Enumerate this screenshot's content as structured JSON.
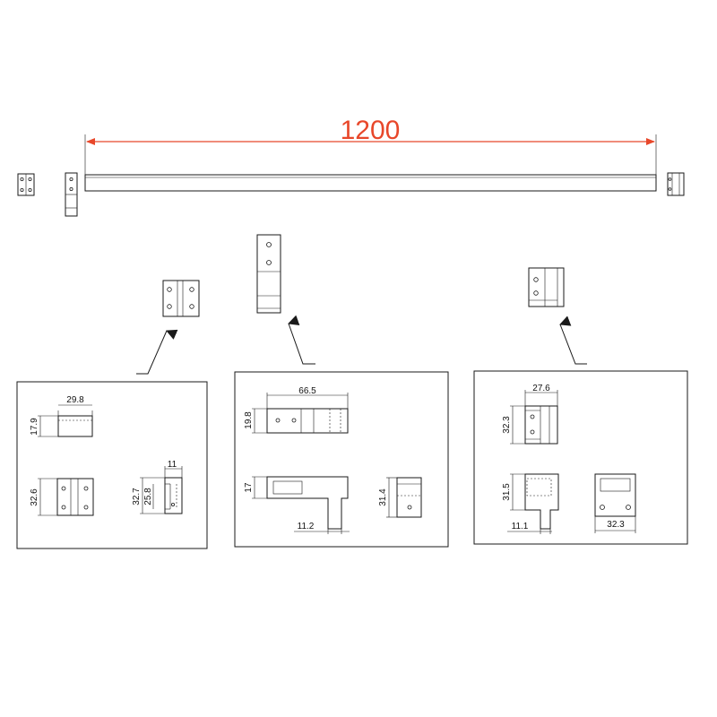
{
  "colors": {
    "accent_dimension": "#e8472a",
    "line": "#1a1a1a"
  },
  "overall_length": "1200",
  "panels": {
    "left": {
      "width_top": "29.8",
      "height_top": "17.9",
      "height_front": "32.6",
      "side_width": "11",
      "side_height_outer": "32.7",
      "side_height_inner": "25.8"
    },
    "middle": {
      "length_top": "66.5",
      "height_top": "19.8",
      "height_front": "17",
      "tab_width": "11.2",
      "side_height": "31.4"
    },
    "right": {
      "width_top": "27.6",
      "height_top": "32.3",
      "height_front": "31.5",
      "tab_width": "11.1",
      "face_width": "32.3"
    }
  }
}
